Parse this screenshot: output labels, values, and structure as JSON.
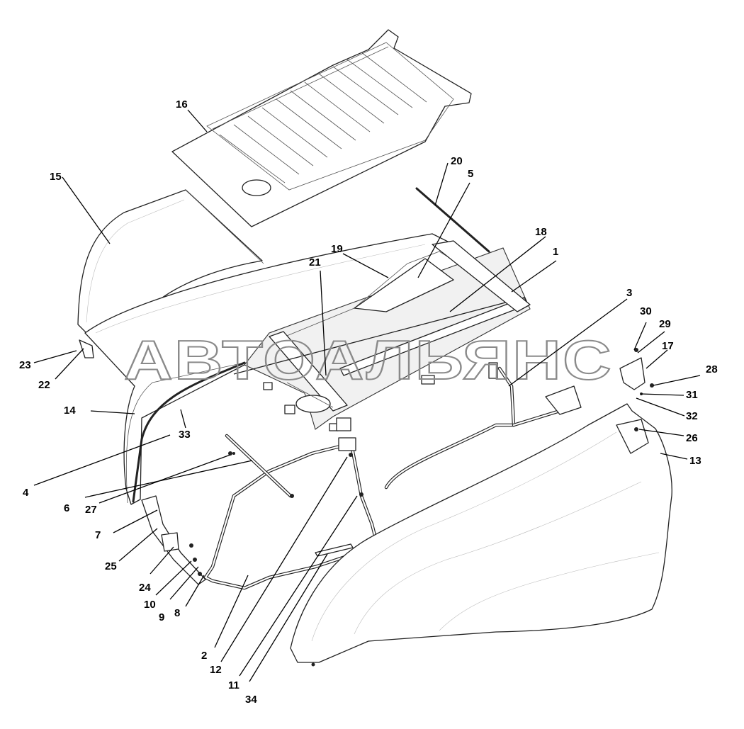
{
  "watermark": "АВТОАЛЬЯНС",
  "callouts": [
    "1",
    "2",
    "3",
    "4",
    "5",
    "6",
    "7",
    "8",
    "9",
    "10",
    "11",
    "12",
    "13",
    "14",
    "15",
    "16",
    "17",
    "18",
    "19",
    "20",
    "21",
    "22",
    "23",
    "24",
    "25",
    "26",
    "27",
    "28",
    "29",
    "30",
    "31",
    "32",
    "33",
    "34"
  ]
}
